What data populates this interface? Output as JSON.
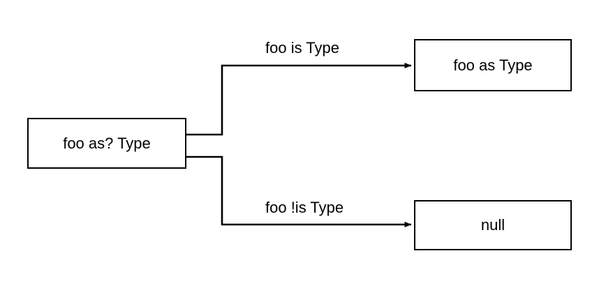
{
  "diagram": {
    "type": "flowchart",
    "orientation": "left-to-right",
    "background_color": "#ffffff",
    "stroke_color": "#000000",
    "text_color": "#000000",
    "nodes": [
      {
        "id": "source",
        "label": "foo as? Type",
        "shape": "rectangle"
      },
      {
        "id": "cast",
        "label": "foo as Type",
        "shape": "rectangle"
      },
      {
        "id": "null",
        "label": "null",
        "shape": "rectangle"
      }
    ],
    "edges": [
      {
        "id": "true-branch",
        "from": "source",
        "to": "cast",
        "label": "foo is Type",
        "arrow": "single"
      },
      {
        "id": "false-branch",
        "from": "source",
        "to": "null",
        "label": "foo !is Type",
        "arrow": "single"
      }
    ]
  }
}
